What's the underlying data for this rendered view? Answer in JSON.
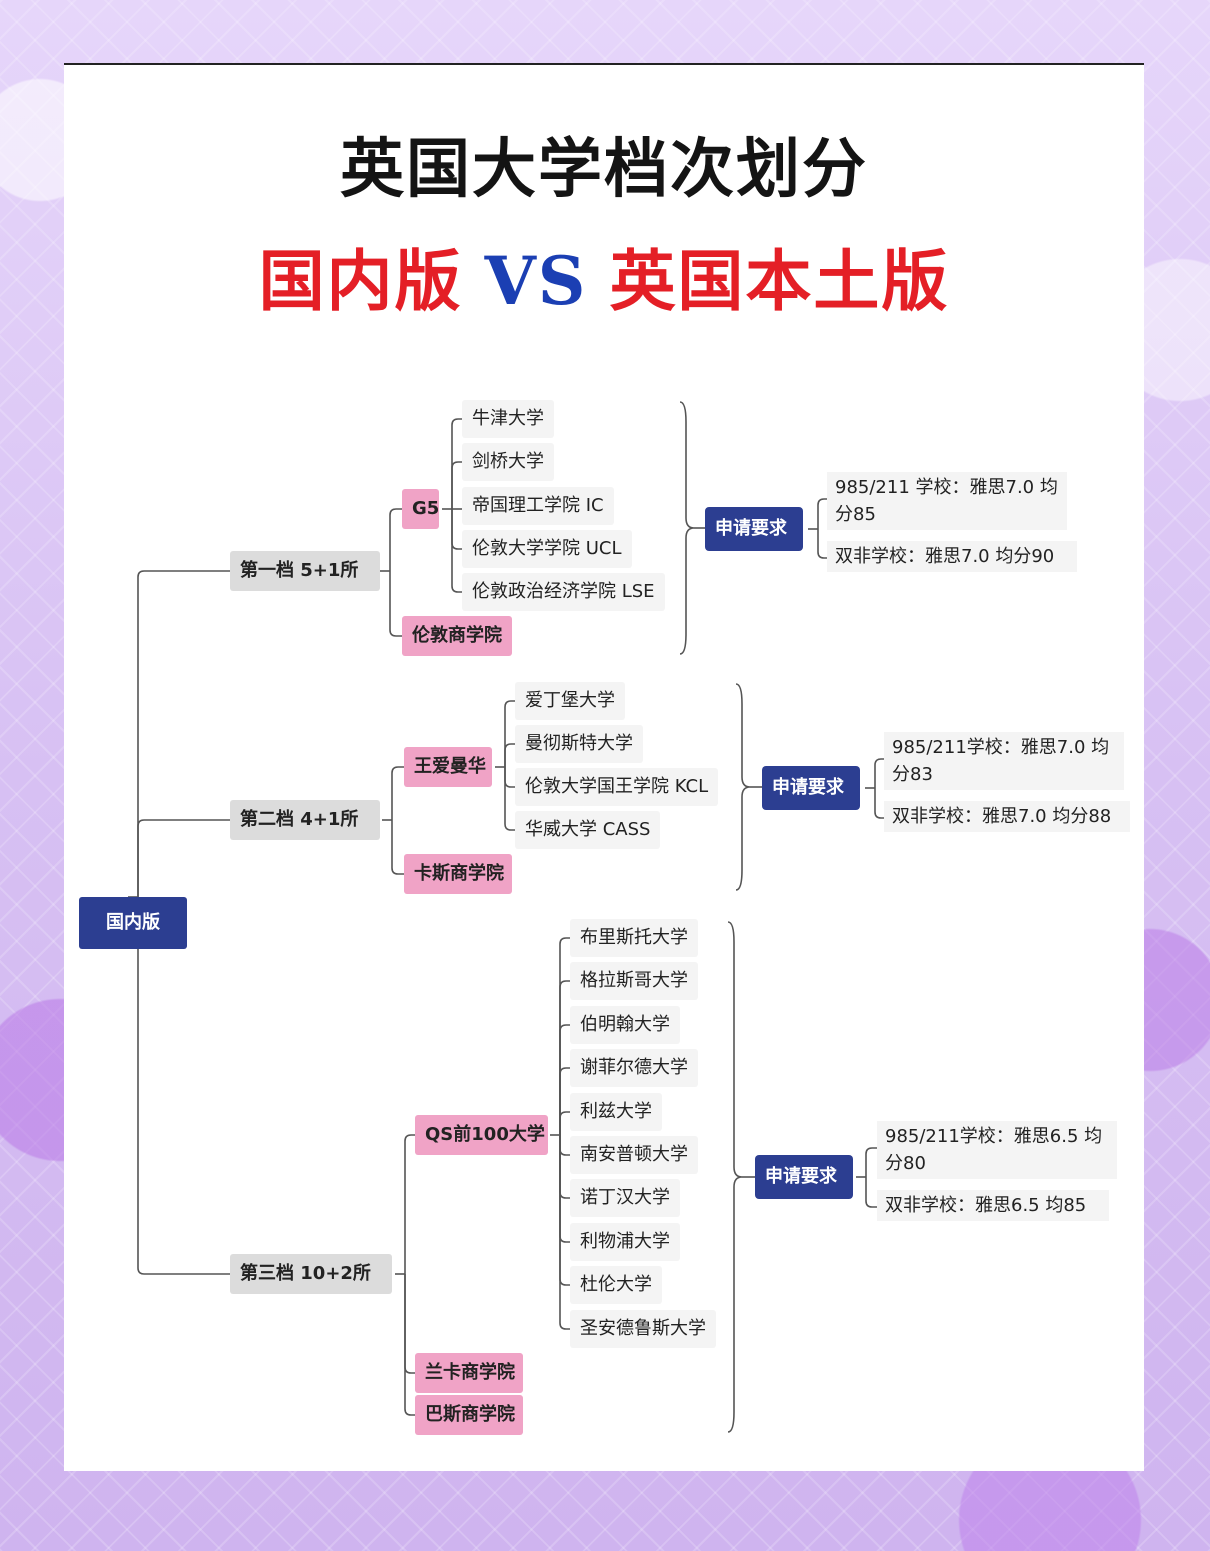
{
  "header": {
    "title": "英国大学档次划分",
    "subtitle_left": "国内版",
    "subtitle_vs": "VS",
    "subtitle_right": "英国本土版"
  },
  "root": "国内版",
  "tiers": [
    {
      "label": "第一档 5+1所",
      "group_main": "G5",
      "schools": [
        "牛津大学",
        "剑桥大学",
        "帝国理工学院 IC",
        "伦敦大学学院 UCL",
        "伦敦政治经济学院 LSE"
      ],
      "extra_groups": [
        "伦敦商学院"
      ],
      "requirement_label": "申请要求",
      "req_985": "985/211 学校：雅思7.0 均分85",
      "req_other": "双非学校：雅思7.0 均分90"
    },
    {
      "label": "第二档 4+1所",
      "group_main": "王爱曼华",
      "schools": [
        "爱丁堡大学",
        "曼彻斯特大学",
        "伦敦大学国王学院 KCL",
        "华威大学 CASS"
      ],
      "extra_groups": [
        "卡斯商学院"
      ],
      "requirement_label": "申请要求",
      "req_985": "985/211学校：雅思7.0 均分83",
      "req_other": "双非学校：雅思7.0 均分88"
    },
    {
      "label": "第三档 10+2所",
      "group_main": "QS前100大学",
      "schools": [
        "布里斯托大学",
        "格拉斯哥大学",
        "伯明翰大学",
        "谢菲尔德大学",
        "利兹大学",
        "南安普顿大学",
        "诺丁汉大学",
        "利物浦大学",
        "杜伦大学",
        "圣安德鲁斯大学"
      ],
      "extra_groups": [
        "兰卡商学院",
        "巴斯商学院"
      ],
      "requirement_label": "申请要求",
      "req_985": "985/211学校：雅思6.5 均分80",
      "req_other": "双非学校：雅思6.5 均85"
    }
  ]
}
